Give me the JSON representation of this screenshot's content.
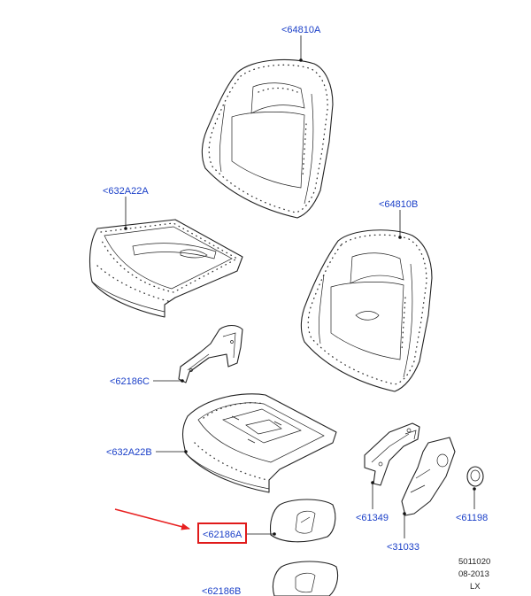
{
  "parts": {
    "p64810a": "<64810A",
    "p632a22a": "<632A22A",
    "p64810b": "<64810B",
    "p62186c": "<62186C",
    "p632a22b": "<632A22B",
    "p61349": "<61349",
    "p61198": "<61198",
    "p62186a": "<62186A",
    "p31033": "<31033",
    "p62186b": "<62186B"
  },
  "reference": {
    "number": "5011020",
    "date": "08-2013",
    "code": "LX"
  },
  "highlight": {
    "target": "<62186A",
    "color": "#e01a1a"
  },
  "colors": {
    "label": "#1a3fc8",
    "line": "#222222",
    "arrow": "#e82020"
  }
}
